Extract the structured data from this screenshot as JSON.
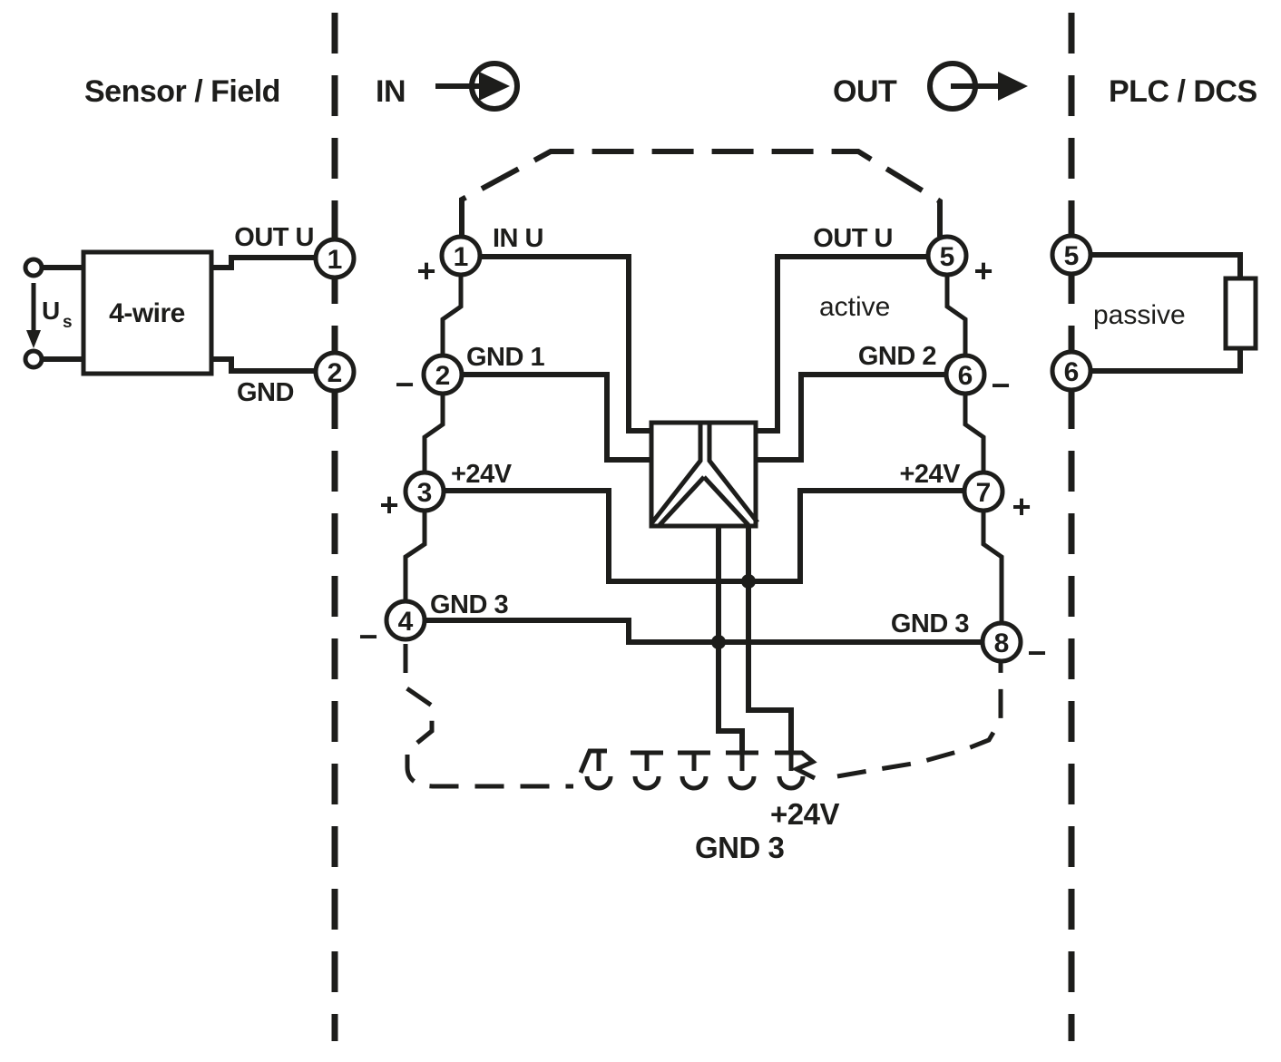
{
  "colors": {
    "ink": "#1d1d1b",
    "background": "#ffffff"
  },
  "headers": {
    "field": "Sensor / Field",
    "input": "IN",
    "output": "OUT",
    "plc": "PLC / DCS"
  },
  "field_section": {
    "source_box": "4-wire",
    "supply_label": "U",
    "supply_subscript": "s",
    "top_wire_label": "OUT U",
    "bottom_wire_label": "GND",
    "terminals": [
      {
        "n": "1"
      },
      {
        "n": "2"
      }
    ]
  },
  "device": {
    "left_terminals": [
      {
        "n": "1",
        "label": "IN U",
        "sign": "+"
      },
      {
        "n": "2",
        "label": "GND 1",
        "sign": "−"
      },
      {
        "n": "3",
        "label": "+24V",
        "sign": "+"
      },
      {
        "n": "4",
        "label": "GND 3",
        "sign": "−"
      }
    ],
    "right_terminals": [
      {
        "n": "5",
        "label": "OUT U",
        "sign": "+"
      },
      {
        "n": "6",
        "label": "GND 2",
        "sign": "−"
      },
      {
        "n": "7",
        "label": "+24V",
        "sign": "+"
      },
      {
        "n": "8",
        "label": "GND 3",
        "sign": "−"
      }
    ],
    "mode": "active"
  },
  "plc_section": {
    "terminals": [
      {
        "n": "5"
      },
      {
        "n": "6"
      }
    ],
    "mode": "passive"
  },
  "bus": {
    "supply_label": "+24V",
    "ground_label": "GND 3"
  }
}
